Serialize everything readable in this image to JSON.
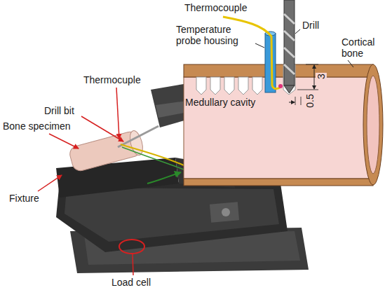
{
  "diagram": {
    "labels": [
      "Thermocouple",
      "Temperature probe housing",
      "Drill",
      "Cortical bone",
      "3",
      "0.5",
      "Medullary cavity",
      "Thermocuple",
      "Drill bit",
      "Bone specimen",
      "Fixture",
      "Load cell"
    ]
  }
}
